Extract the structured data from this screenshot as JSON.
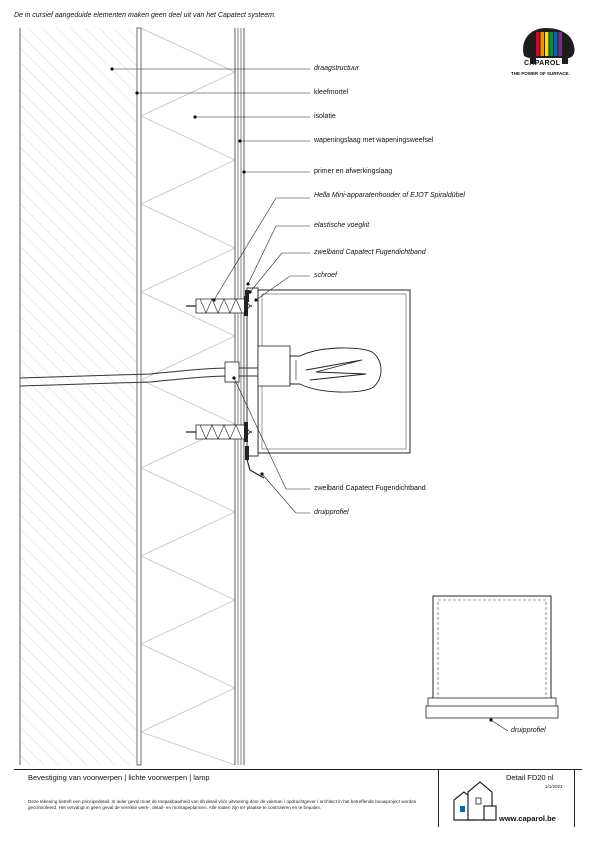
{
  "top_note": "De in cursief aangeduide elementen maken geen deel uit van het Capatect systeem.",
  "brand": {
    "name": "CAPAROL",
    "tagline": "THE POWER OF SURFACE.",
    "logo_icon": "caparol-elephant-logo",
    "colors": [
      "#e4002b",
      "#f39200",
      "#ffdd00",
      "#009640",
      "#0069b4",
      "#7b2d8e",
      "#1d1d1b"
    ]
  },
  "labels": [
    {
      "text": "draagstructuur",
      "italic": true
    },
    {
      "text": "kleefmortel",
      "italic": false
    },
    {
      "text": "isolatie",
      "italic": false
    },
    {
      "text": "wapeningslaag met wapeningsweefsel",
      "italic": false
    },
    {
      "text": "primer en afwerkingslaag",
      "italic": false
    },
    {
      "text": "Hella Mini-apparatenhouder of EJOT Spiraldübel",
      "italic": true
    },
    {
      "text": "elastische voegkit",
      "italic": true
    },
    {
      "text": "zwelband Capatect Fugendichtband",
      "italic": true
    },
    {
      "text": "schroef",
      "italic": true
    },
    {
      "text": "zwelband Capatect Fugendichtband",
      "italic": false
    },
    {
      "text": "druipprofiel",
      "italic": true
    },
    {
      "text": "druipprofiel",
      "italic": true
    }
  ],
  "footer": {
    "title": "Bevestiging van voorwerpen | lichte voorwerpen | lamp",
    "note": "Deze tekening betreft een principedetail. In ieder geval moet de toepasbaarheid van dit detail vóór uitvoering door de vakman / opdrachtgever / architect in het betreffende bouwproject worden gecontroleerd. Het vervangt in geen geval de vereiste werk-, detail- en montageplannen. Alle maten zijn ter plaatse te controleren en te bepalen.",
    "detail": "Detail FD20 nl",
    "date": "1/1/2021",
    "url": "www.caparol.be",
    "house_icon": "house-icon"
  }
}
